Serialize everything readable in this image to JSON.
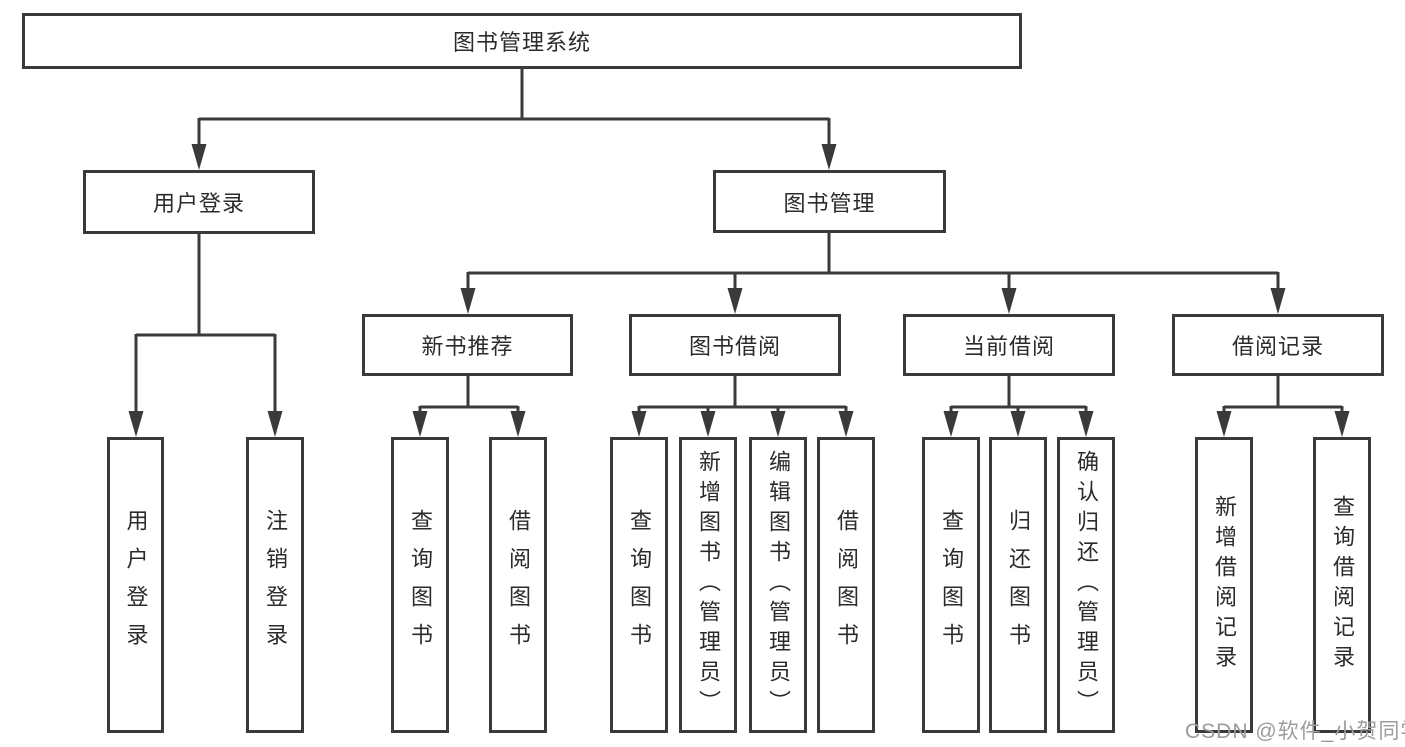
{
  "colors": {
    "line": "#3a3a3a",
    "text": "#2b2b2b",
    "watermark_text": "#9c9c9c",
    "background": "#ffffff"
  },
  "watermark": {
    "text": "CSDN @软件_小贺同学"
  },
  "tree": {
    "root": {
      "label": "图书管理系统"
    },
    "level1": [
      {
        "label": "用户登录",
        "leaves": [
          {
            "label": "用户登录"
          },
          {
            "label": "注销登录"
          }
        ]
      },
      {
        "label": "图书管理",
        "children": [
          {
            "label": "新书推荐",
            "leaves": [
              {
                "label": "查询图书"
              },
              {
                "label": "借阅图书"
              }
            ]
          },
          {
            "label": "图书借阅",
            "leaves": [
              {
                "label": "查询图书"
              },
              {
                "label": "新增图书（管理员）"
              },
              {
                "label": "编辑图书（管理员）"
              },
              {
                "label": "借阅图书"
              }
            ]
          },
          {
            "label": "当前借阅",
            "leaves": [
              {
                "label": "查询图书"
              },
              {
                "label": "归还图书"
              },
              {
                "label": "确认归还（管理员）"
              }
            ]
          },
          {
            "label": "借阅记录",
            "leaves": [
              {
                "label": "新增借阅记录"
              },
              {
                "label": "查询借阅记录"
              }
            ]
          }
        ]
      }
    ]
  }
}
